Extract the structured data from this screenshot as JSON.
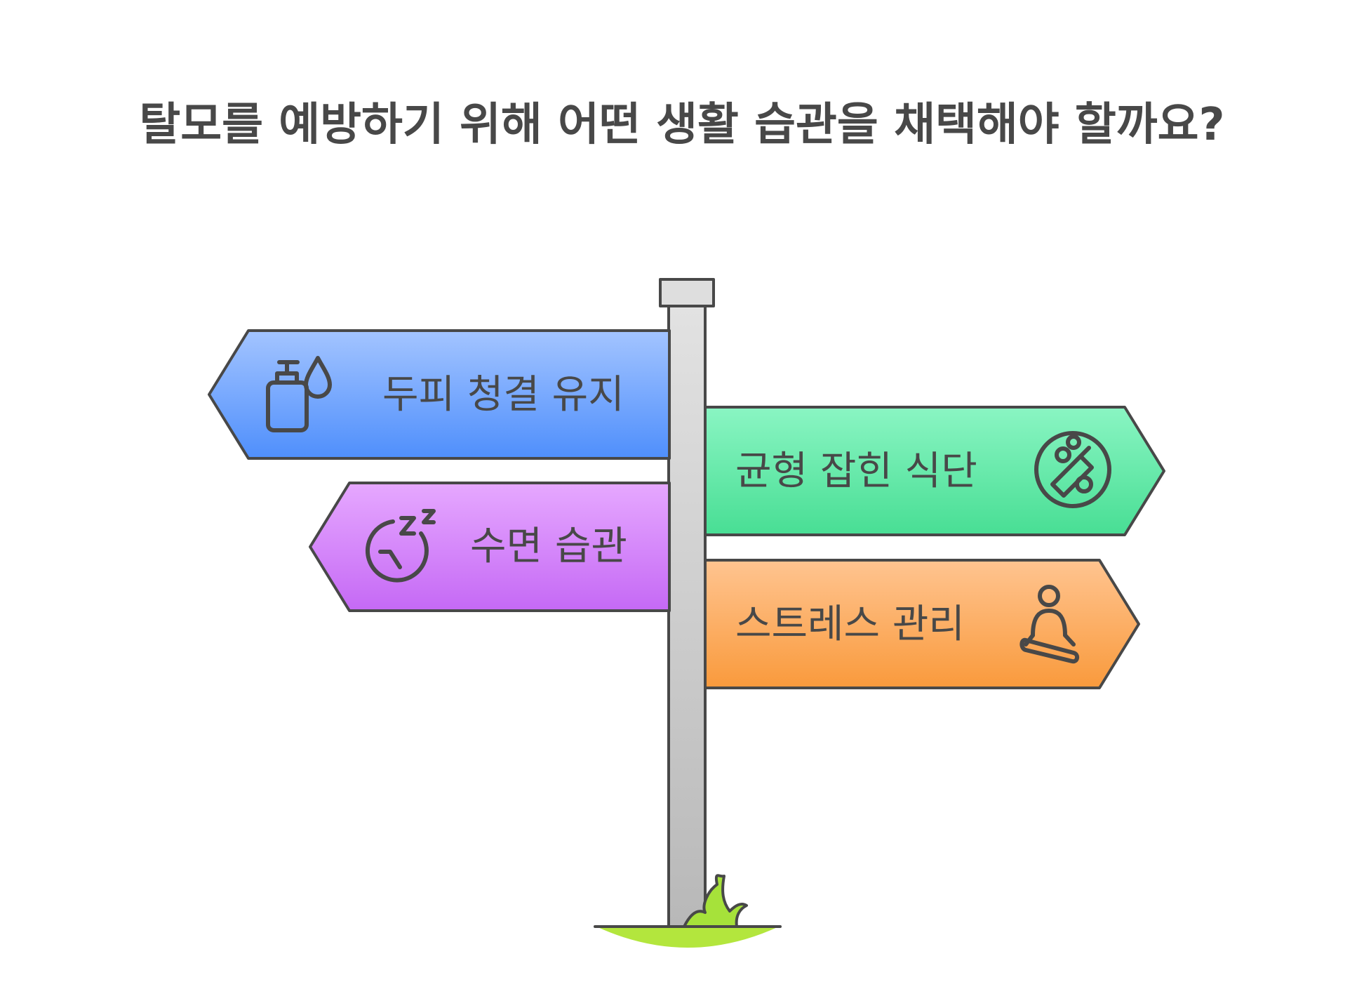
{
  "title": "탈모를 예방하기 위해 어떤 생활 습관을 채택해야 할까요?",
  "signs": [
    {
      "label": "두피 청결 유지",
      "icon": "soap-bottle-droplet-icon",
      "direction": "left",
      "colors": [
        "#a3c4ff",
        "#4f8ffc"
      ]
    },
    {
      "label": "균형 잡힌 식단",
      "icon": "vegetables-icon",
      "direction": "right",
      "colors": [
        "#8af5c3",
        "#48de94"
      ]
    },
    {
      "label": "수면 습관",
      "icon": "sleep-clock-icon",
      "direction": "left",
      "colors": [
        "#e6a8ff",
        "#c569f5"
      ]
    },
    {
      "label": "스트레스 관리",
      "icon": "meditation-icon",
      "direction": "right",
      "colors": [
        "#ffc490",
        "#f99a3c"
      ]
    }
  ],
  "colors": {
    "post_top": "#e2e2e2",
    "post_bottom": "#b8b8b8",
    "outline": "#484848",
    "grass": "#a6e23a",
    "ground": "#b3e63d"
  }
}
